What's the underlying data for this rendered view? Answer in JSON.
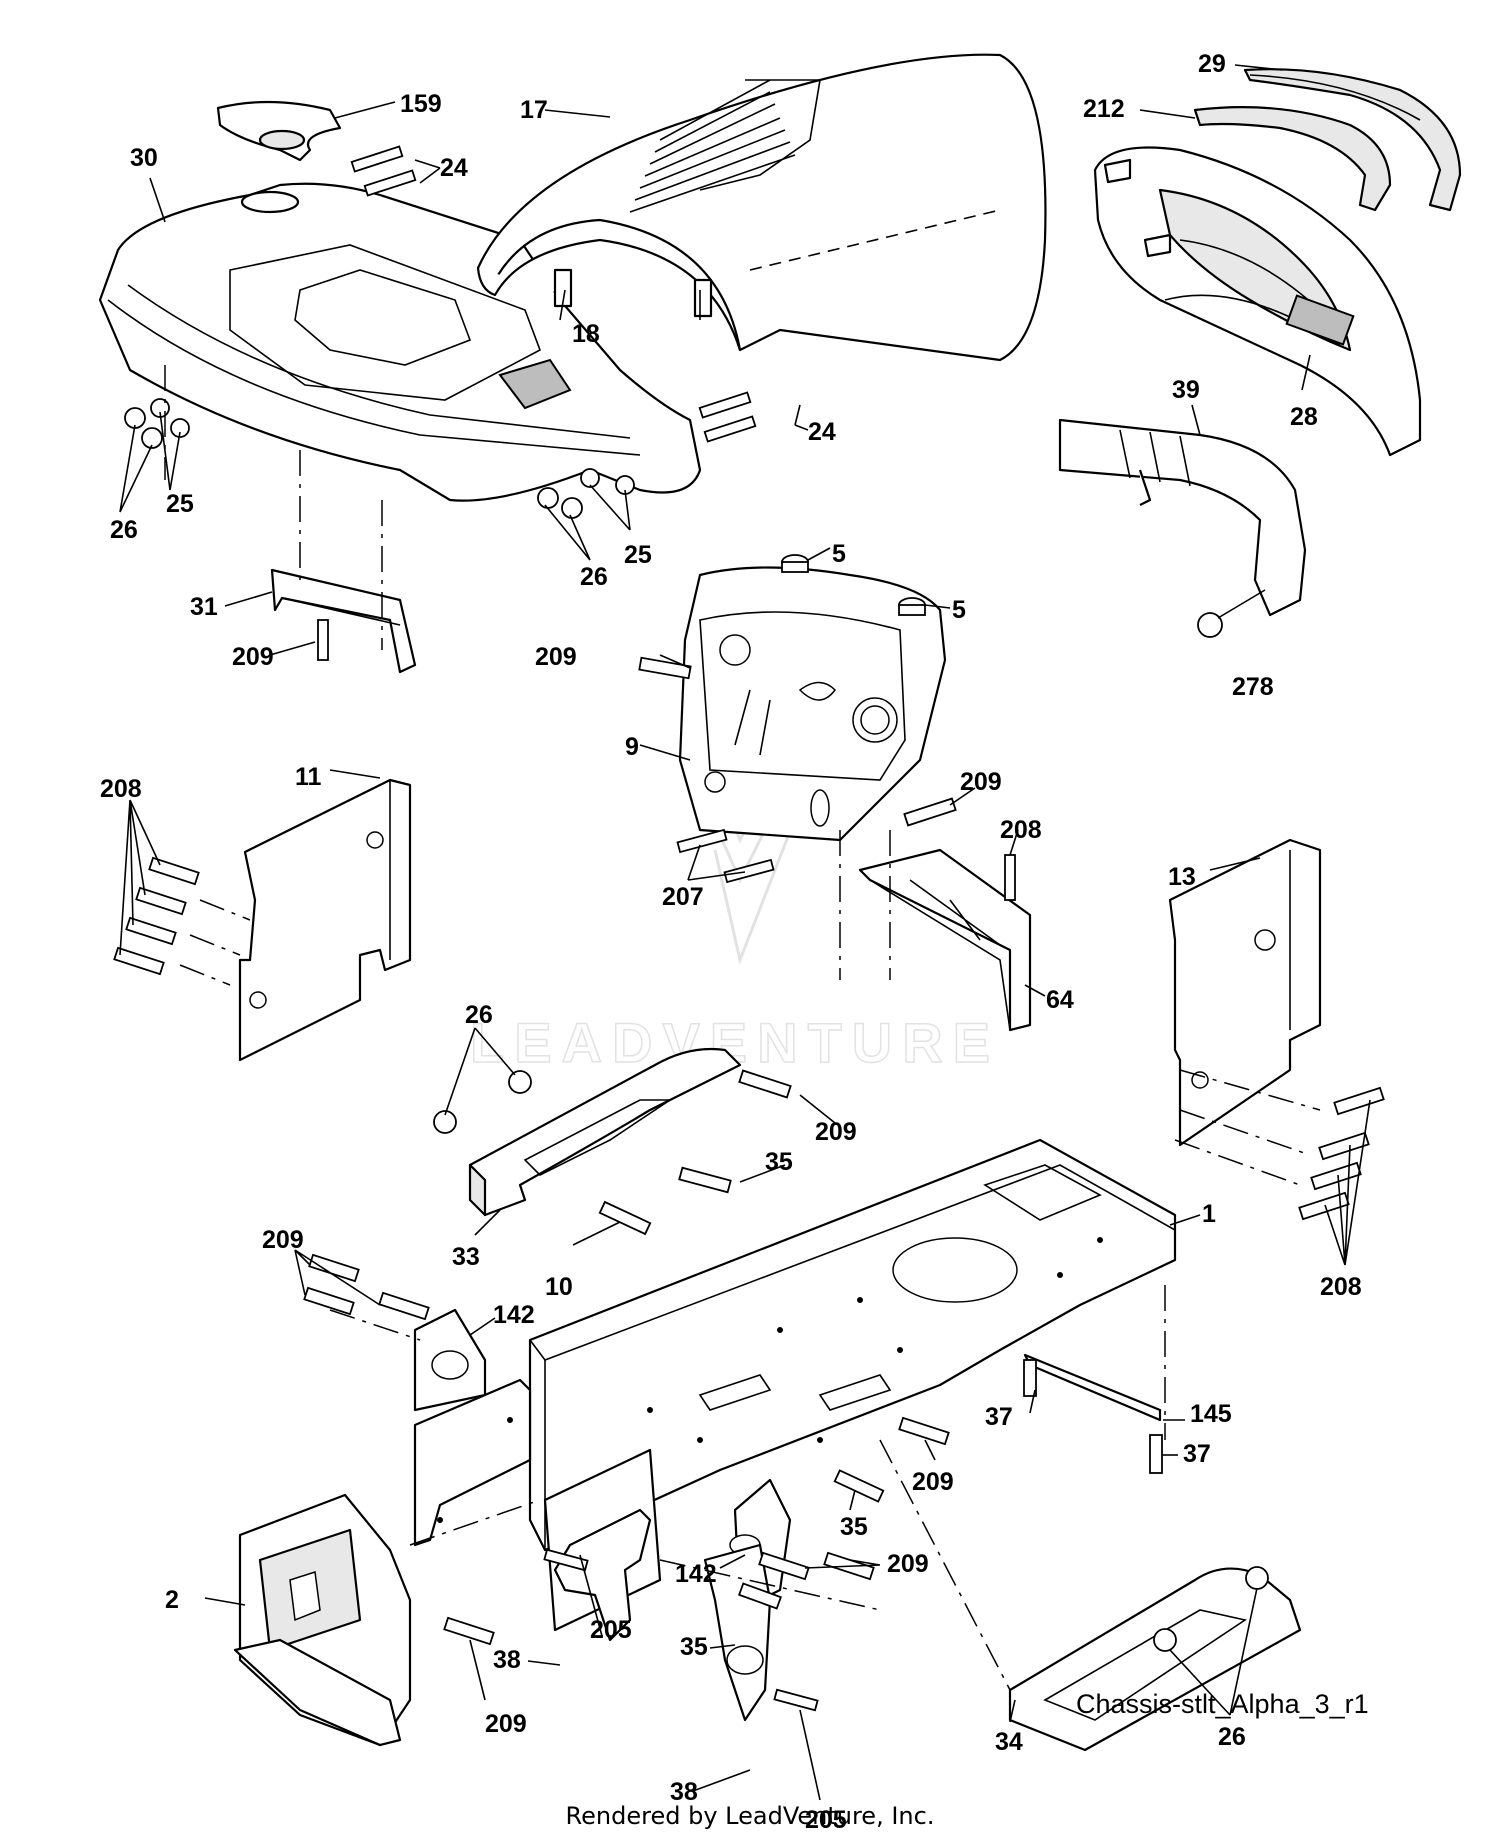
{
  "diagram": {
    "watermark": "LEADVENTURE",
    "title": "Chassis-stlt_Alpha_3_r1",
    "footer": "Rendered by LeadVenture, Inc.",
    "callouts": [
      "159",
      "24",
      "30",
      "17",
      "18",
      "29",
      "212",
      "28",
      "39",
      "278",
      "26",
      "25",
      "24",
      "26",
      "25",
      "31",
      "209",
      "5",
      "5",
      "209",
      "9",
      "209",
      "208",
      "207",
      "64",
      "208",
      "11",
      "13",
      "208",
      "26",
      "209",
      "35",
      "33",
      "10",
      "209",
      "142",
      "1",
      "37",
      "145",
      "37",
      "209",
      "35",
      "209",
      "142",
      "2",
      "205",
      "38",
      "35",
      "209",
      "38",
      "205",
      "34",
      "26"
    ]
  }
}
